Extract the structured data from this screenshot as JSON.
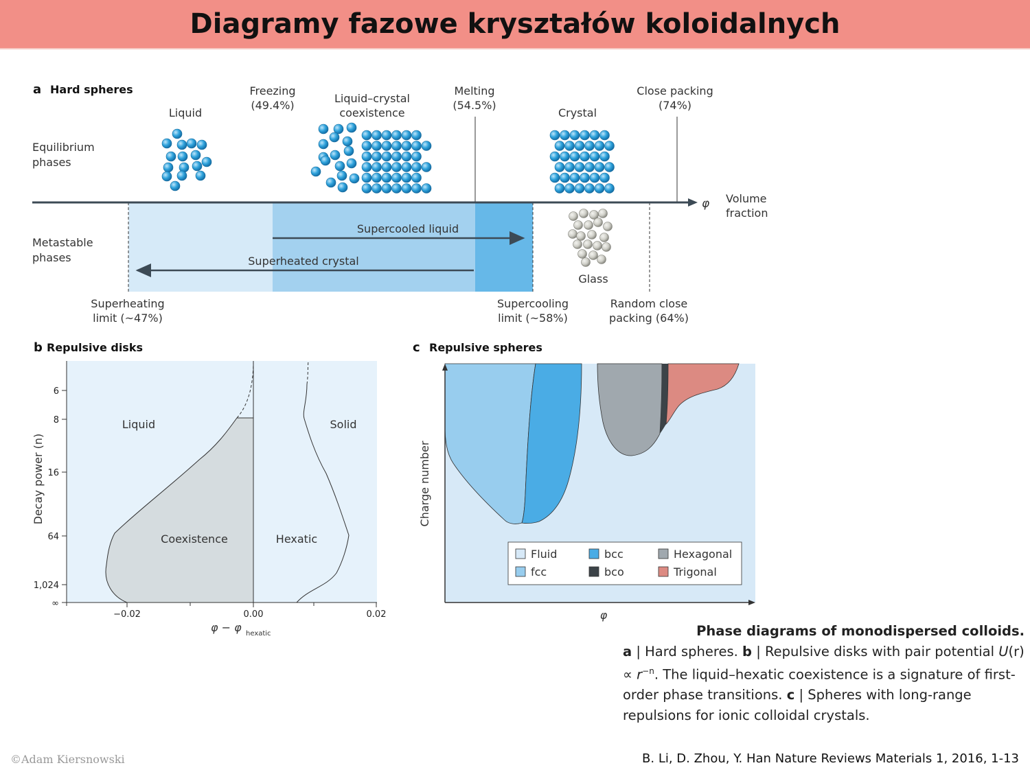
{
  "slide_title": "Diagramy fazowe kryształów koloidalnych",
  "panel_a": {
    "letter": "a",
    "title": "Hard spheres",
    "row_equilibrium": [
      "Equilibrium",
      "phases"
    ],
    "row_metastable": [
      "Metastable",
      "phases"
    ],
    "liquid": "Liquid",
    "freezing": [
      "Freezing",
      "(49.4%)"
    ],
    "coexistence": [
      "Liquid–crystal",
      "coexistence"
    ],
    "melting": [
      "Melting",
      "(54.5%)"
    ],
    "crystal": "Crystal",
    "close_packing": [
      "Close packing",
      "(74%)"
    ],
    "axis_symbol": "φ",
    "axis_label": [
      "Volume",
      "fraction"
    ],
    "supercooled_liquid": "Supercooled liquid",
    "superheated_crystal": "Superheated crystal",
    "glass": "Glass",
    "superheating_limit": [
      "Superheating",
      "limit (~47%)"
    ],
    "supercooling_limit": [
      "Supercooling",
      "limit (~58%)"
    ],
    "random_close_packing": [
      "Random close",
      "packing (64%)"
    ],
    "colors": {
      "light": "#d6eaf8",
      "medium": "#a3d1ef",
      "dark": "#66b8e8",
      "sphere": "#2a9fd8",
      "glass": "#d2d2cc"
    }
  },
  "panel_b": {
    "letter": "b",
    "title": "Repulsive disks",
    "ylabel": "Decay power (n)",
    "xlabel_main": "φ − φ",
    "xlabel_sub": "hexatic",
    "y_ticks": [
      "6",
      "8",
      "16",
      "64",
      "1,024",
      "∞"
    ],
    "x_ticks": [
      "−0.02",
      "0.00",
      "0.02"
    ],
    "regions": {
      "liquid": "Liquid",
      "solid": "Solid",
      "coexistence": "Coexistence",
      "hexatic": "Hexatic"
    },
    "colors": {
      "background": "#e6f2fb",
      "coexistence": "#d5dcdf"
    }
  },
  "panel_c": {
    "letter": "c",
    "title": "Repulsive spheres",
    "ylabel": "Charge number",
    "xlabel": "φ",
    "legend": [
      {
        "label": "Fluid",
        "color": "#d7e9f7"
      },
      {
        "label": "bcc",
        "color": "#4aace5"
      },
      {
        "label": "Hexagonal",
        "color": "#a0a8ae"
      },
      {
        "label": "fcc",
        "color": "#98cdee"
      },
      {
        "label": "bco",
        "color": "#3c4348"
      },
      {
        "label": "Trigonal",
        "color": "#dc8a82"
      }
    ]
  },
  "caption": {
    "title": "Phase diagrams of monodispersed colloids.",
    "a_letter": "a",
    "a_text": " | Hard spheres. ",
    "b_letter": "b",
    "b_text": " | Repulsive disks with pair potential ",
    "formula_u": "U",
    "formula_r": "(r)",
    "formula_prop": " ∝ ",
    "formula_rn": "r",
    "formula_exp": "−n",
    "b_text2": ". The liquid–hexatic coexistence is a signature of first-order phase transitions. ",
    "c_letter": "c",
    "c_text": " | Spheres with long-range repulsions for ionic colloidal crystals."
  },
  "copyright": "©Adam Kiersnowski",
  "reference": "B. Li, D. Zhou, Y. Han Nature Reviews Materials 1, 2016, 1-13"
}
